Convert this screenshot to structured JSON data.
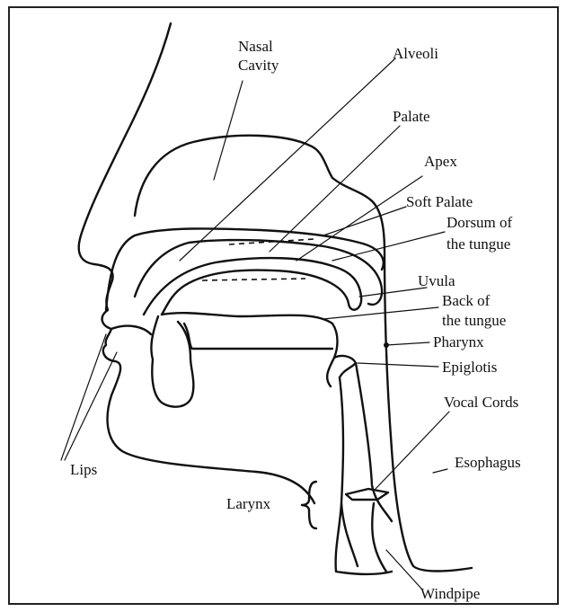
{
  "labels": {
    "nasal_cavity_1": "Nasal",
    "nasal_cavity_2": "Cavity",
    "alveoli": "Alveoli",
    "palate": "Palate",
    "apex": "Apex",
    "soft_palate": "Soft Palate",
    "dorsum_1": "Dorsum of",
    "dorsum_2": "the tungue",
    "uvula": "Uvula",
    "back_1": "Back of",
    "back_2": "the tungue",
    "pharynx": "Pharynx",
    "epiglotis": "Epiglotis",
    "vocal_cords": "Vocal Cords",
    "esophagus": "Esophagus",
    "lips": "Lips",
    "larynx": "Larynx",
    "windpipe": "Windpipe"
  }
}
